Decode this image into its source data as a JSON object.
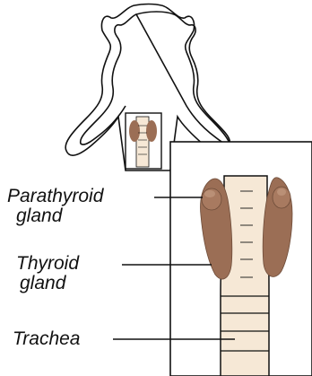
{
  "labels": {
    "parathyroid": [
      "Parathyroid",
      "gland"
    ],
    "thyroid": [
      "Thyroid",
      "gland"
    ],
    "trachea": "Trachea"
  },
  "colors": {
    "outline": "#111111",
    "gland_fill": "#9b6e55",
    "gland_light": "#c29a80",
    "trachea_fill": "#f6e8d6"
  }
}
